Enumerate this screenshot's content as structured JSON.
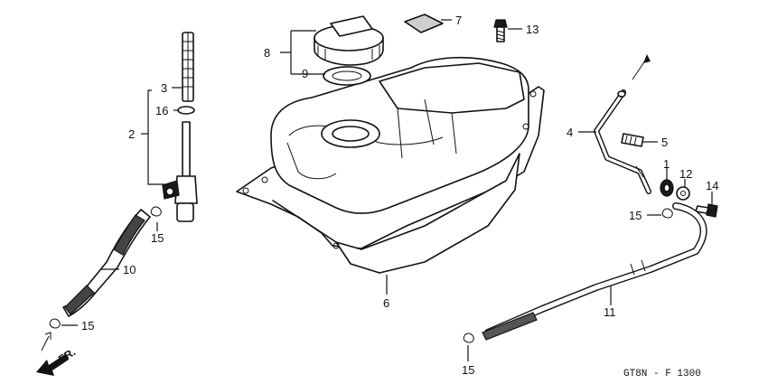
{
  "diagram": {
    "code": "GT8N - F 1300",
    "direction_label": "FR.",
    "callouts": {
      "c1": "1",
      "c2": "2",
      "c3": "3",
      "c4": "4",
      "c5": "5",
      "c6": "6",
      "c7": "7",
      "c8": "8",
      "c9": "9",
      "c10": "10",
      "c11": "11",
      "c12": "12",
      "c13": "13",
      "c14": "14",
      "c15a": "15",
      "c15b": "15",
      "c15c": "15",
      "c15d": "15",
      "c16": "16"
    }
  }
}
